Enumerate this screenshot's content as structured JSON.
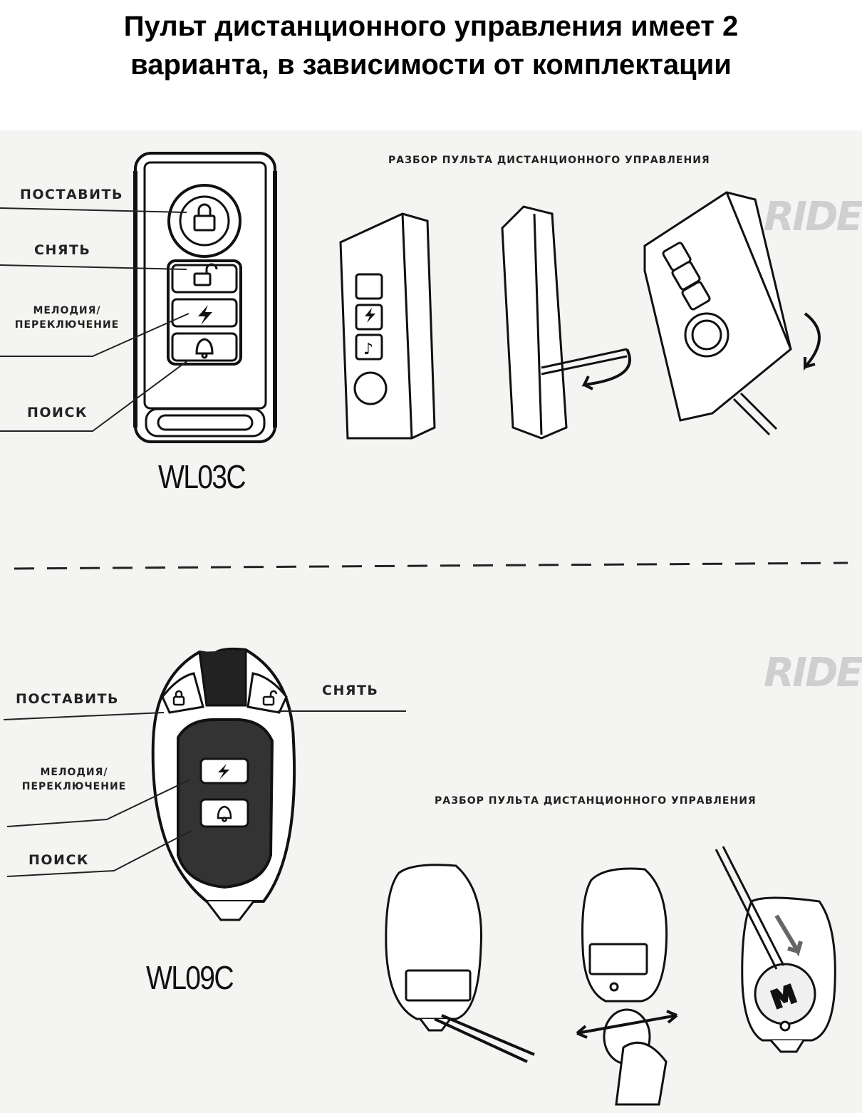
{
  "title": {
    "line1": "Пульт дистанционного управления имеет 2",
    "line2": "варианта, в зависимости от комплектации"
  },
  "section_wl03c": {
    "heading": "РАЗБОР ПУЛЬТА ДИСТАНЦИОННОГО УПРАВЛЕНИЯ",
    "labels": {
      "arm": "ПОСТАВИТЬ",
      "disarm": "СНЯТЬ",
      "melody_line1": "МЕЛОДИЯ/",
      "melody_line2": "ПЕРЕКЛЮЧЕНИЕ",
      "search": "ПОИСК"
    },
    "model": "WL03C",
    "watermark": "RIDE"
  },
  "section_wl09c": {
    "heading": "РАЗБОР ПУЛЬТА ДИСТАНЦИОННОГО УПРАВЛЕНИЯ",
    "labels": {
      "arm": "ПОСТАВИТЬ",
      "disarm": "СНЯТЬ",
      "melody_line1": "МЕЛОДИЯ/",
      "melody_line2": "ПЕРЕКЛЮЧЕНИЕ",
      "search": "ПОИСК"
    },
    "model": "WL09C",
    "watermark": "RIDE"
  },
  "icons": [
    "lock-icon",
    "unlock-icon",
    "lightning-icon",
    "bell-icon",
    "music-note-icon",
    "arrow-icon"
  ]
}
